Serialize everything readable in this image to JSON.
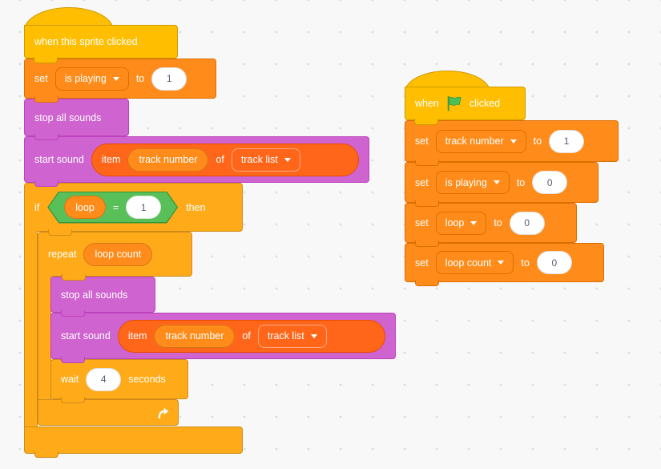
{
  "workspace": {
    "background": "#f8f8f8",
    "dot_color": "#dcdfe2"
  },
  "palette": {
    "events": "#FFBF00",
    "events_border": "#CC9900",
    "control": "#FFAB19",
    "control_border": "#CF8B17",
    "sound": "#CF63CF",
    "sound_border": "#BD42BD",
    "variables": "#FF8C1A",
    "variables_border": "#DB6E00",
    "list": "#FF661A",
    "list_border": "#E64D00",
    "operators": "#59C059",
    "operators_border": "#389438",
    "input_text": "#575E75"
  },
  "left_script": {
    "hat": {
      "label": "when this sprite clicked"
    },
    "set_is_playing": {
      "verb": "set",
      "variable": "is playing",
      "prep": "to",
      "value": "1"
    },
    "stop_all_sounds_1": {
      "label": "stop all sounds"
    },
    "start_sound_1": {
      "label": "start sound",
      "item": "item",
      "variable": "track number",
      "of": "of",
      "list": "track list"
    },
    "if_block": {
      "if": "if",
      "left_operand": "loop",
      "operator": "=",
      "right_operand": "1",
      "then": "then"
    },
    "repeat_block": {
      "label": "repeat",
      "variable": "loop count"
    },
    "stop_all_sounds_2": {
      "label": "stop all sounds"
    },
    "start_sound_2": {
      "label": "start sound",
      "item": "item",
      "variable": "track number",
      "of": "of",
      "list": "track list"
    },
    "wait_block": {
      "label": "wait",
      "value": "4",
      "suffix": "seconds"
    }
  },
  "right_script": {
    "hat": {
      "prefix": "when",
      "icon": "green-flag",
      "suffix": "clicked"
    },
    "set_blocks": [
      {
        "verb": "set",
        "variable": "track number",
        "prep": "to",
        "value": "1"
      },
      {
        "verb": "set",
        "variable": "is playing",
        "prep": "to",
        "value": "0"
      },
      {
        "verb": "set",
        "variable": "loop",
        "prep": "to",
        "value": "0"
      },
      {
        "verb": "set",
        "variable": "loop count",
        "prep": "to",
        "value": "0"
      }
    ]
  }
}
